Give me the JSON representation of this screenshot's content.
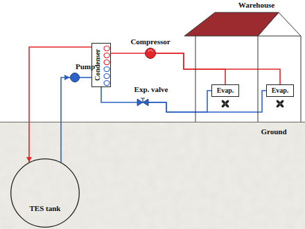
{
  "diagram": {
    "nodes": [
      {
        "text": [
          "Warehouse"
        ]
      },
      {
        "text": [
          "Evap."
        ],
        "in": 0
      },
      {
        "text": [
          "Evap."
        ],
        "in": 0
      },
      {
        "text": [
          "Compressor"
        ]
      },
      {
        "text": [
          "Condenser"
        ]
      },
      {
        "text": [
          "Pump"
        ]
      },
      {
        "text": [
          "Exp. valve"
        ]
      },
      {
        "text": [
          "Ground"
        ]
      },
      {
        "text": [
          "TES tank"
        ],
        "in": 7
      }
    ],
    "edges": [
      {
        "from": 3,
        "to": 4,
        "arrow": "none"
      },
      {
        "from": 1,
        "to": 3,
        "arrow": "none"
      },
      {
        "from": 2,
        "to": 3,
        "arrow": "none"
      },
      {
        "from": 4,
        "to": 8,
        "arrow": "to"
      },
      {
        "from": 8,
        "to": 5,
        "arrow": "to"
      },
      {
        "from": 5,
        "to": 4,
        "arrow": "none"
      },
      {
        "from": 4,
        "to": 6,
        "arrow": "none"
      },
      {
        "from": 6,
        "to": 1,
        "arrow": "none"
      },
      {
        "from": 6,
        "to": 2,
        "arrow": "none"
      }
    ]
  }
}
